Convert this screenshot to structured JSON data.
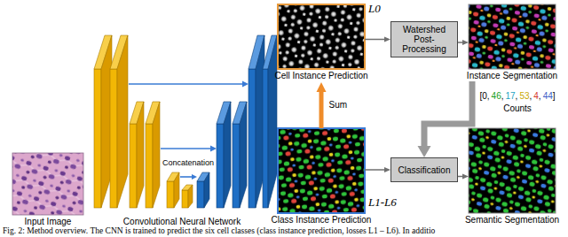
{
  "diagram": {
    "caption": "Fig. 2: Method overview. The CNN is trained to predict the six cell classes (class instance prediction, losses L1 – L6). In additio",
    "nodes": [
      {
        "text": [
          "Input Image"
        ]
      },
      {
        "text": [
          "Convolutional Neural Network"
        ]
      },
      {
        "text": [
          "Cell Instance Prediction"
        ]
      },
      {
        "text": [
          "Watershed Post-Processing"
        ]
      },
      {
        "text": [
          "Instance Segmentation"
        ]
      },
      {
        "text": [
          "Class Instance Prediction"
        ]
      },
      {
        "text": [
          "Classification"
        ]
      },
      {
        "text": [
          "Semantic Segmentation"
        ]
      }
    ],
    "edges": [
      {
        "from": 5,
        "to": 2,
        "arrow": "to",
        "label": "Sum"
      },
      {
        "from": 2,
        "to": 3,
        "arrow": "to"
      },
      {
        "from": 3,
        "to": 4,
        "arrow": "to"
      },
      {
        "from": 4,
        "to": 6,
        "arrow": "to"
      },
      {
        "from": 5,
        "to": 6,
        "arrow": "to"
      },
      {
        "from": 6,
        "to": 7,
        "arrow": "to"
      }
    ],
    "labels": [
      "Concatenation",
      "L0",
      "L1-L6",
      "[",
      "0",
      ",",
      "46",
      ",",
      "17",
      ",",
      "53",
      ",",
      "4",
      ",",
      "44",
      "]",
      "Counts"
    ]
  }
}
